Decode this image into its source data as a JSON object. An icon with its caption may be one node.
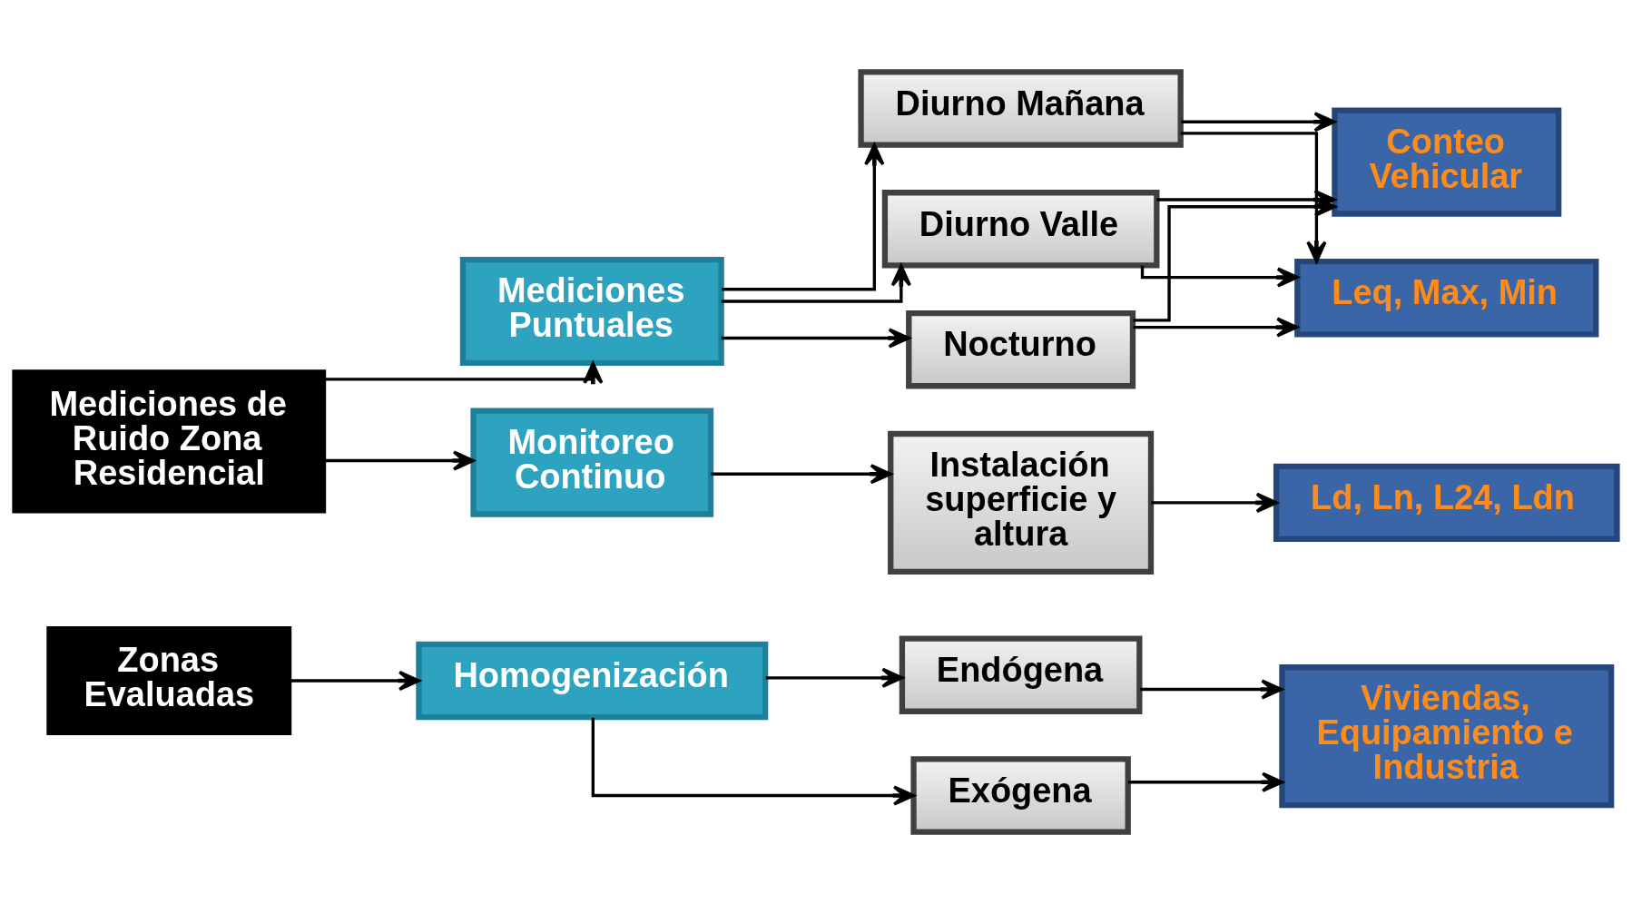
{
  "diagram": {
    "nodes": [
      {
        "text": [
          "Zonas Evaluadas"
        ]
      },
      {
        "text": [
          "Homogenización"
        ]
      },
      {
        "text": [
          "Endógena"
        ]
      },
      {
        "text": [
          "Exógena"
        ]
      },
      {
        "text": [
          "Viviendas, Equipamiento e Industria"
        ]
      },
      {
        "text": [
          "Mediciones de Ruido Zona Residencial"
        ]
      },
      {
        "text": [
          "Mediciones Puntuales"
        ]
      },
      {
        "text": [
          "Monitoreo Continuo"
        ]
      },
      {
        "text": [
          "Diurno Mañana"
        ]
      },
      {
        "text": [
          "Diurno Valle"
        ]
      },
      {
        "text": [
          "Nocturno"
        ]
      },
      {
        "text": [
          "Instalación superficie y altura"
        ]
      },
      {
        "text": [
          "Leq, Max, Min"
        ]
      },
      {
        "text": [
          "Conteo Vehicular"
        ]
      },
      {
        "text": [
          "Ld, Ln, L24, Ldn"
        ]
      }
    ],
    "edges": [
      {
        "from": 0,
        "to": 1,
        "arrow": "to"
      },
      {
        "from": 1,
        "to": 2,
        "arrow": "to"
      },
      {
        "from": 1,
        "to": 3,
        "arrow": "to"
      },
      {
        "from": 2,
        "to": 4,
        "arrow": "to"
      },
      {
        "from": 3,
        "to": 4,
        "arrow": "to"
      },
      {
        "from": 5,
        "to": 6,
        "arrow": "to"
      },
      {
        "from": 5,
        "to": 7,
        "arrow": "to"
      },
      {
        "from": 6,
        "to": 8,
        "arrow": "to"
      },
      {
        "from": 6,
        "to": 9,
        "arrow": "to"
      },
      {
        "from": 6,
        "to": 10,
        "arrow": "to"
      },
      {
        "from": 8,
        "to": 12,
        "arrow": "to"
      },
      {
        "from": 8,
        "to": 13,
        "arrow": "to"
      },
      {
        "from": 9,
        "to": 12,
        "arrow": "to"
      },
      {
        "from": 9,
        "to": 13,
        "arrow": "to"
      },
      {
        "from": 10,
        "to": 12,
        "arrow": "to"
      },
      {
        "from": 10,
        "to": 13,
        "arrow": "to"
      },
      {
        "from": 7,
        "to": 11,
        "arrow": "to"
      },
      {
        "from": 11,
        "to": 14,
        "arrow": "to"
      }
    ]
  }
}
